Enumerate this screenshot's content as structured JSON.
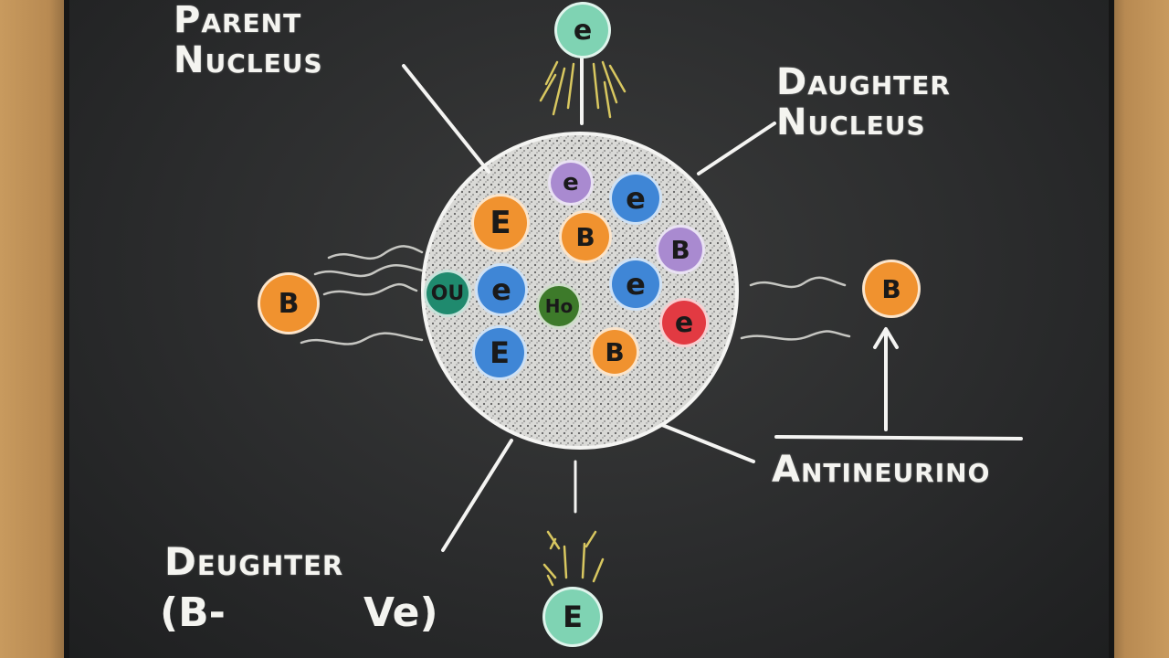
{
  "labels": {
    "parent_nucleus_line1": "Parent",
    "parent_nucleus_line2": "Nucleus",
    "daughter_nucleus_line1": "Daughter",
    "daughter_nucleus_line2": "Nucleus",
    "antineutrino": "Antineurino",
    "deughter": "Deughter",
    "equation_left": "(B-",
    "equation_right": "Ve)"
  },
  "nucleus_particles": [
    {
      "letter": "E",
      "color": "#f0922f"
    },
    {
      "letter": "e",
      "color": "#a98ad0"
    },
    {
      "letter": "e",
      "color": "#3f86d6"
    },
    {
      "letter": "B",
      "color": "#f0922f"
    },
    {
      "letter": "B",
      "color": "#a98ad0"
    },
    {
      "letter": "OU",
      "color": "#1f8a6e"
    },
    {
      "letter": "e",
      "color": "#3f86d6"
    },
    {
      "letter": "Ho",
      "color": "#3d7a2a"
    },
    {
      "letter": "e",
      "color": "#3f86d6"
    },
    {
      "letter": "e",
      "color": "#e23a42"
    },
    {
      "letter": "E",
      "color": "#3f86d6"
    },
    {
      "letter": "B",
      "color": "#f0922f"
    }
  ],
  "outer_particles": {
    "top": {
      "letter": "e",
      "color": "#7fd3b3"
    },
    "left": {
      "letter": "B",
      "color": "#f0922f"
    },
    "right": {
      "letter": "B",
      "color": "#f0922f"
    },
    "bottom": {
      "letter": "E",
      "color": "#7fd3b3"
    }
  }
}
